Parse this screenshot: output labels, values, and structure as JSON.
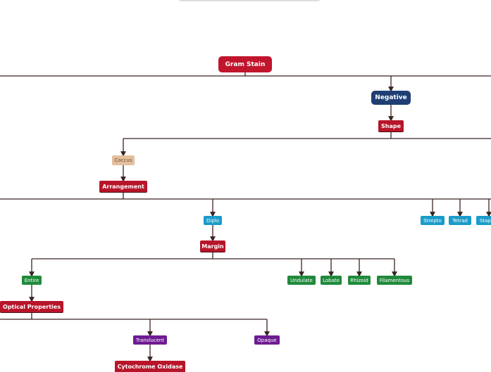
{
  "nodes": [
    {
      "id": "gram_stain",
      "label": "Gram Stain",
      "color": "#c0152c",
      "style": "big"
    },
    {
      "id": "negative",
      "label": "Negative",
      "color": "#1f3f74",
      "style": "big"
    },
    {
      "id": "shape",
      "label": "Shape",
      "color": "#b8152a",
      "style": "hdr"
    },
    {
      "id": "coccus",
      "label": "Coccus",
      "color": "#e3bf9d",
      "style": "sm-tan"
    },
    {
      "id": "arrangement",
      "label": "Arrangement",
      "color": "#b8152a",
      "style": "hdr"
    },
    {
      "id": "diplo",
      "label": "Diplo",
      "color": "#1b9bc9",
      "style": "sm"
    },
    {
      "id": "strepto",
      "label": "Strepto",
      "color": "#1b9bc9",
      "style": "sm"
    },
    {
      "id": "tetrad",
      "label": "Tetrad",
      "color": "#1b9bc9",
      "style": "sm"
    },
    {
      "id": "staph",
      "label": "Staph",
      "color": "#1b9bc9",
      "style": "sm"
    },
    {
      "id": "margin",
      "label": "Margin",
      "color": "#b8152a",
      "style": "hdr"
    },
    {
      "id": "entire",
      "label": "Entire",
      "color": "#1f8a3b",
      "style": "sm"
    },
    {
      "id": "undulate",
      "label": "Undulate",
      "color": "#1f8a3b",
      "style": "sm"
    },
    {
      "id": "lobate",
      "label": "Lobate",
      "color": "#1f8a3b",
      "style": "sm"
    },
    {
      "id": "rhizoid",
      "label": "Rhizoid",
      "color": "#1f8a3b",
      "style": "sm"
    },
    {
      "id": "filamentous",
      "label": "Filamentous",
      "color": "#1f8a3b",
      "style": "sm"
    },
    {
      "id": "optical",
      "label": "Optical Properties",
      "color": "#b8152a",
      "style": "hdr"
    },
    {
      "id": "translucent",
      "label": "Translucent",
      "color": "#6e1b92",
      "style": "sm"
    },
    {
      "id": "opaque",
      "label": "Opaque",
      "color": "#6e1b92",
      "style": "sm"
    },
    {
      "id": "cytochrome",
      "label": "Cytochrome Oxidase",
      "color": "#b8152a",
      "style": "hdr"
    }
  ],
  "colors": {
    "connector": "#3a2320"
  }
}
